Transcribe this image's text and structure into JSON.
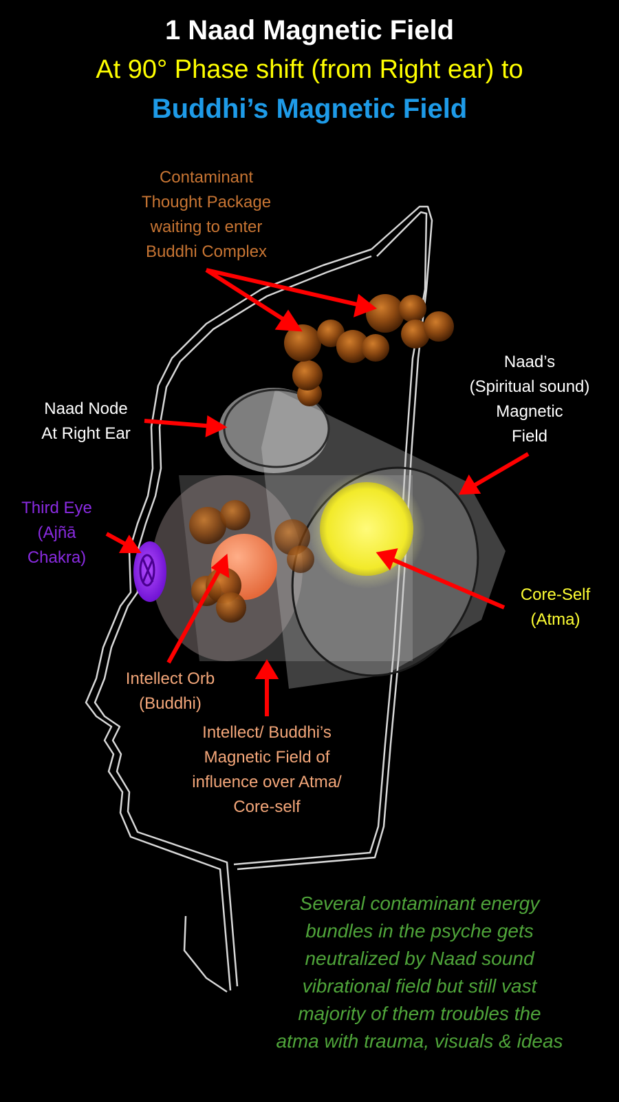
{
  "title": {
    "line1": "1 Naad Magnetic Field",
    "line2": "At 90° Phase shift (from Right ear) to",
    "line3": "Buddhi’s Magnetic Field"
  },
  "labels": {
    "contaminant": "Contaminant\nThought Package\nwaiting to enter\nBuddhi Complex",
    "naad_node": "Naad Node\nAt Right Ear",
    "naad_field": "Naad’s\n(Spiritual sound)\nMagnetic\nField",
    "third_eye": "Third Eye\n(Ajñā\nChakra)",
    "core_self": "Core-Self\n(Atma)",
    "intellect_orb": "Intellect Orb\n(Buddhi)",
    "buddhi_field": "Intellect/ Buddhi’s\nMagnetic Field of\ninfluence  over Atma/\nCore-self"
  },
  "note": "Several contaminant energy\nbundles in the psyche gets\nneutralized by Naad sound\nvibrational field but still vast\nmajority of them troubles the\natma with trauma, visuals & ideas",
  "colors": {
    "title_white": "#ffffff",
    "title_yellow": "#ffff00",
    "title_blue": "#1e9be8",
    "contaminant": "#c87533",
    "third_eye": "#8a2be2",
    "core_self": "#ffff33",
    "intellect": "#f4a77a",
    "note_green": "#4fa53a",
    "arrow": "#ff0000"
  }
}
